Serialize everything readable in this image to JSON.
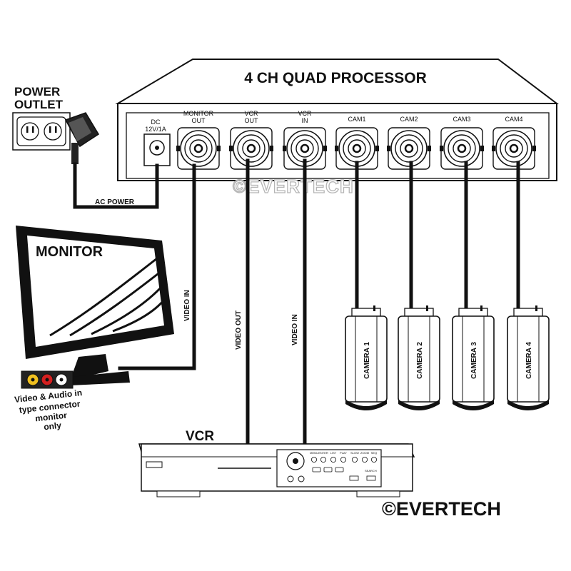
{
  "diagram": {
    "processor": {
      "title": "4 CH QUAD PROCESSOR",
      "ports": [
        {
          "id": "dc",
          "line1": "DC",
          "line2": "12V/1A"
        },
        {
          "id": "monitor_out",
          "line1": "MONITOR",
          "line2": "OUT"
        },
        {
          "id": "vcr_out",
          "line1": "VCR",
          "line2": "OUT"
        },
        {
          "id": "vcr_in",
          "line1": "VCR",
          "line2": "IN"
        },
        {
          "id": "cam1",
          "line1": "CAM1",
          "line2": ""
        },
        {
          "id": "cam2",
          "line1": "CAM2",
          "line2": ""
        },
        {
          "id": "cam3",
          "line1": "CAM3",
          "line2": ""
        },
        {
          "id": "cam4",
          "line1": "CAM4",
          "line2": ""
        }
      ]
    },
    "power_outlet": {
      "line1": "POWER",
      "line2": "OUTLET"
    },
    "ac_power_label": "AC POWER",
    "monitor": {
      "title": "MONITOR",
      "cable_label": "VIDEO IN"
    },
    "connector_note": [
      "Video & Audio in",
      "type connector",
      "monitor",
      "only"
    ],
    "vcr": {
      "title": "VCR",
      "out_label": "VIDEO OUT",
      "in_label": "VIDEO IN",
      "panel_labels": [
        "MENU",
        "ENTER",
        "LIST",
        "PLAY",
        "SLOW",
        "ZOOM",
        "SEQ"
      ],
      "search_label": "SEARCH"
    },
    "cameras": [
      "CAMERA 1",
      "CAMERA 2",
      "CAMERA 3",
      "CAMERA 4"
    ],
    "watermark": "©EVERTECH",
    "brand": "©EVERTECH",
    "colors": {
      "line": "#111111",
      "watermark": "#b5b5b5",
      "rca_red": "#d42020",
      "rca_yellow": "#f0c020",
      "rca_white": "#ffffff"
    }
  }
}
